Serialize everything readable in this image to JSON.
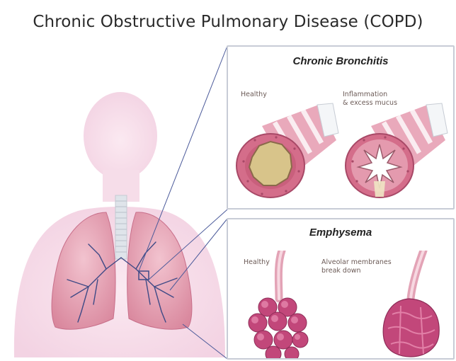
{
  "title": "Chronic Obstructive Pulmonary Disease (COPD)",
  "bronchitis": {
    "title": "Chronic Bronchitis",
    "healthy_label": "Healthy",
    "diseased_label_line1": "Inflammation",
    "diseased_label_line2": "& excess mucus"
  },
  "emphysema": {
    "title": "Emphysema",
    "healthy_label": "Healthy",
    "diseased_label_line1": "Alveolar membranes",
    "diseased_label_line2": "break down"
  },
  "colors": {
    "body_silhouette": "#f6dde9",
    "lung": "#e6a0b2",
    "bronchi": "#3f4a86",
    "airway_wall": "#d46d8a",
    "mucus": "#d8c48a",
    "alveoli": "#c2477a",
    "panel_border": "#c8ccd6"
  }
}
